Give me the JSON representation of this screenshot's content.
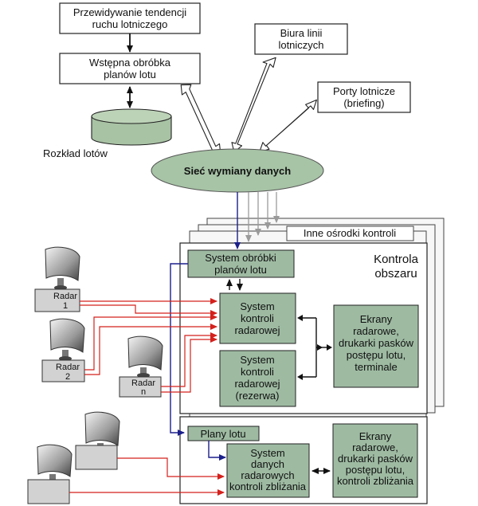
{
  "nodes": {
    "trend_forecast": [
      "Przewidywanie tendencji",
      "ruchu lotniczego"
    ],
    "flight_plan_preprocessing": [
      "Wstępna obróbka",
      "planów lotu"
    ],
    "flight_schedule": "Rozkład lotów",
    "airline_offices": [
      "Biura linii",
      "lotniczych"
    ],
    "airports_briefing": [
      "Porty lotnicze",
      "(briefing)"
    ],
    "data_exchange_network": "Sieć wymiany danych",
    "other_control_centres": "Inne ośrodki kontroli",
    "area_control": [
      "Kontrola",
      "obszaru"
    ],
    "flight_plan_system": [
      "System obróbki",
      "planów lotu"
    ],
    "radar_control_system": [
      "System",
      "kontroli",
      "radarowej"
    ],
    "radar_control_backup": [
      "System",
      "kontroli",
      "radarowej",
      "(rezerwa)"
    ],
    "area_displays": [
      "Ekrany",
      "radarowe,",
      "drukarki pasków",
      "postępu lotu,",
      "terminale"
    ],
    "radars": [
      [
        "Radar",
        "1"
      ],
      [
        "Radar",
        "2"
      ],
      [
        "Radar",
        "n"
      ]
    ],
    "flight_plans": "Plany lotu",
    "approach_radar_system": [
      "System",
      "danych",
      "radarowych",
      "kontroli zbliżania"
    ],
    "approach_displays": [
      "Ekrany",
      "radarowe,",
      "drukarki pasków",
      "postępu lotu,",
      "kontroli zbliżania"
    ]
  },
  "colors": {
    "node_fill": "#9ebba2",
    "ellipse_fill": "#a7c4a6",
    "cylinder_fill": "#a8c2a4",
    "radar_body": "#d2d2d2",
    "red_link": "#d4211c",
    "blue_link": "#1b1f8a",
    "grey_link": "#9a9a9a",
    "stroke": "#222222"
  }
}
